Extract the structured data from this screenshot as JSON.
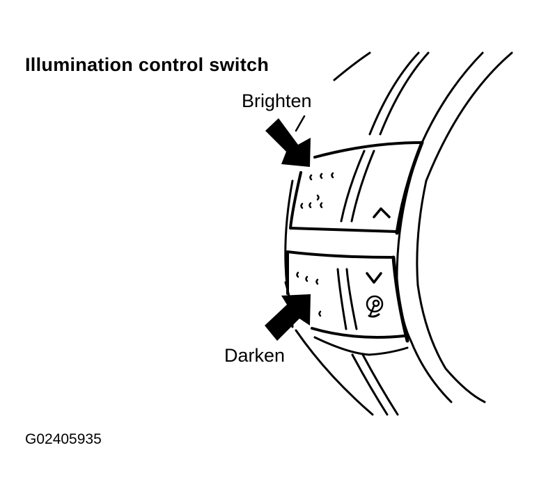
{
  "diagram": {
    "title": "Illumination control switch",
    "callouts": [
      {
        "label": "Brighten",
        "target": "upper-switch-button",
        "arrow_direction": "down-right"
      },
      {
        "label": "Darken",
        "target": "lower-switch-button",
        "arrow_direction": "up-right"
      }
    ],
    "switch": {
      "upper_button_symbol": "^",
      "lower_button_symbol": "v",
      "lower_button_icon": "illumination-dial-icon"
    },
    "figure_id": "G02405935",
    "colors": {
      "line": "#000000",
      "background": "#ffffff"
    }
  }
}
